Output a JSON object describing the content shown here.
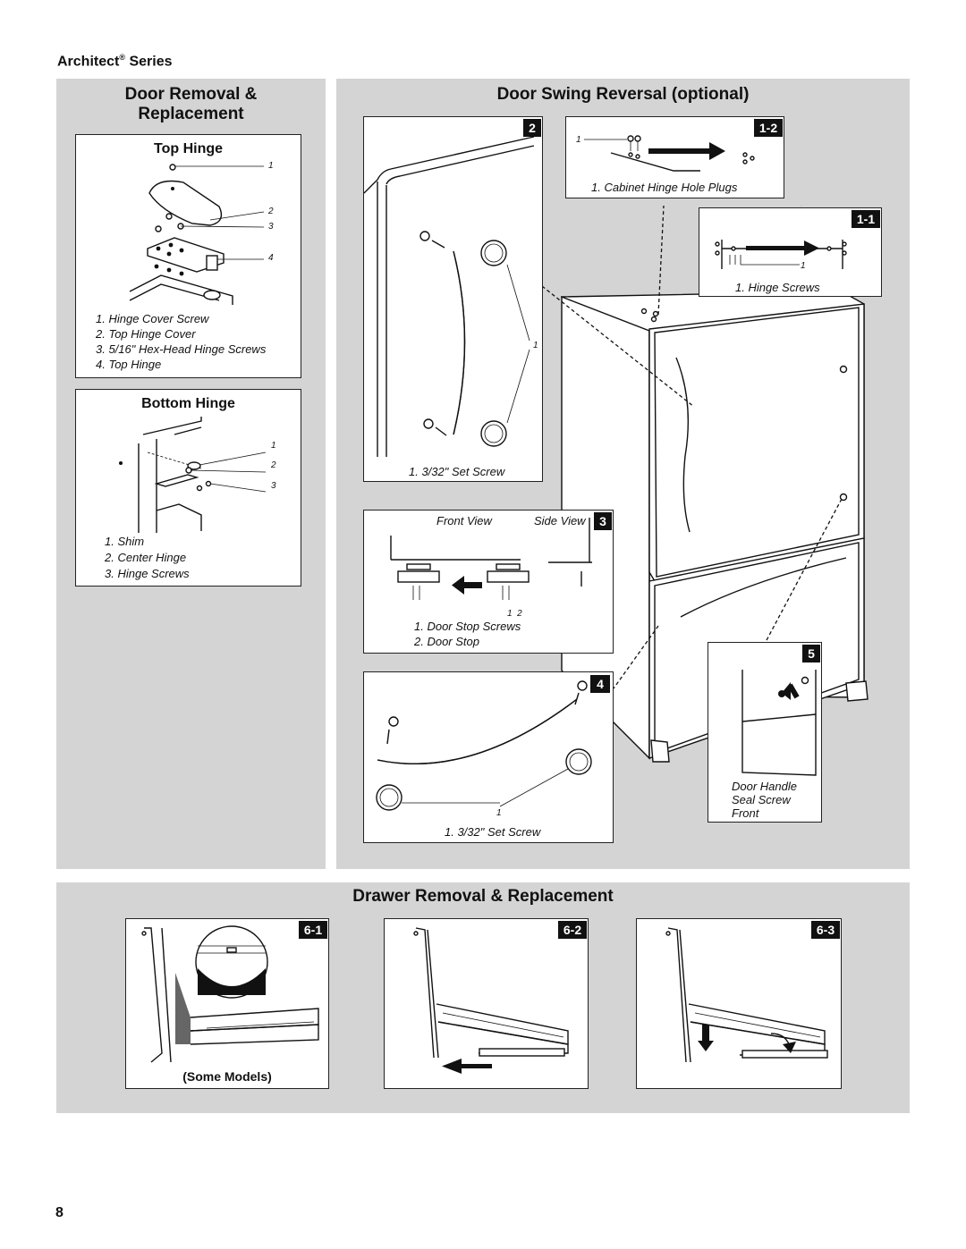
{
  "header": {
    "brand": "Architect",
    "reg": "®",
    "series": "Series"
  },
  "door_removal": {
    "title_line1": "Door Removal &",
    "title_line2": "Replacement",
    "top_hinge": {
      "title": "Top Hinge",
      "callouts": [
        "1",
        "2",
        "3",
        "4"
      ],
      "legend": [
        "1. Hinge Cover Screw",
        "2. Top Hinge Cover",
        "3. 5/16\" Hex-Head Hinge Screws",
        "4. Top Hinge"
      ]
    },
    "bottom_hinge": {
      "title": "Bottom Hinge",
      "callouts": [
        "1",
        "2",
        "3"
      ],
      "legend": [
        "1. Shim",
        "2. Center Hinge",
        "3. Hinge Screws"
      ]
    }
  },
  "door_swing": {
    "title": "Door Swing Reversal (optional)",
    "step_1_2": {
      "badge": "1-2",
      "callout": "1",
      "caption": "1. Cabinet Hinge Hole Plugs"
    },
    "step_1_1": {
      "badge": "1-1",
      "callout": "1",
      "caption": "1. Hinge Screws"
    },
    "step_2": {
      "badge": "2",
      "callout": "1",
      "caption": "1. 3/32\" Set Screw"
    },
    "step_3": {
      "badge": "3",
      "front_view": "Front View",
      "side_view": "Side View",
      "callouts": "1  2",
      "legend": [
        "1. Door Stop Screws",
        "2. Door Stop"
      ]
    },
    "step_4": {
      "badge": "4",
      "callout": "1",
      "caption": "1. 3/32\" Set Screw"
    },
    "step_5": {
      "badge": "5",
      "legend": [
        "Door Handle",
        "Seal Screw",
        "Front"
      ]
    }
  },
  "drawer": {
    "title": "Drawer Removal & Replacement",
    "steps": [
      {
        "badge": "6-1",
        "caption": "(Some Models)"
      },
      {
        "badge": "6-2"
      },
      {
        "badge": "6-3"
      }
    ]
  },
  "page_number": "8"
}
